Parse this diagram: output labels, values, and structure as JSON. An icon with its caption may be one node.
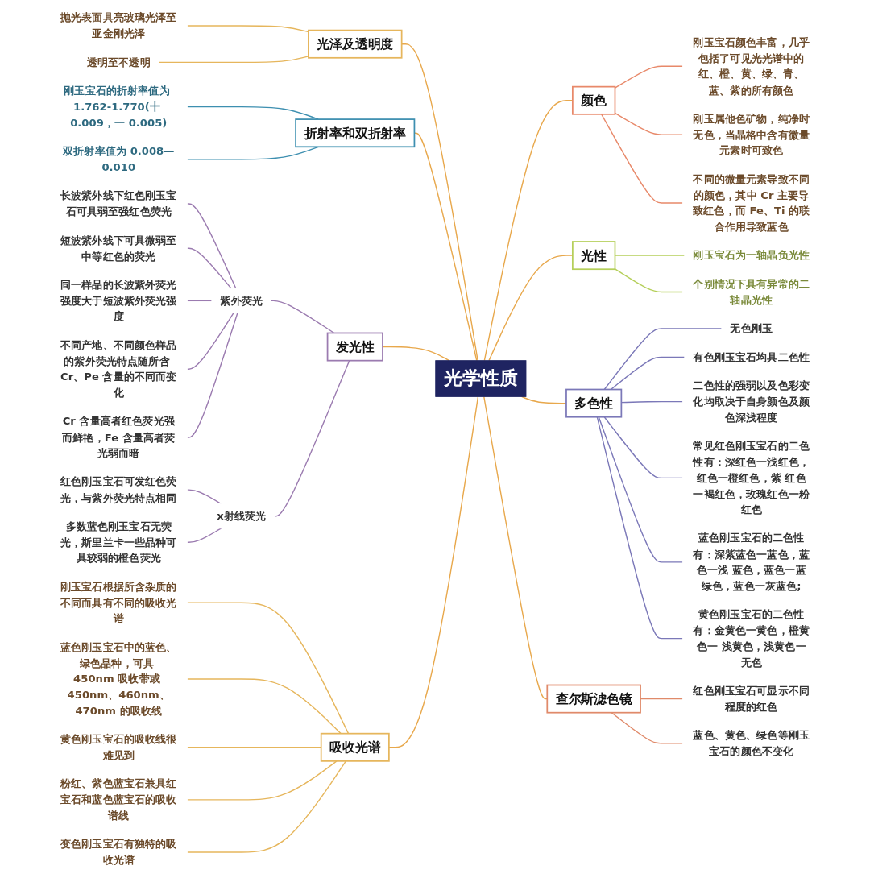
{
  "diagram": {
    "nodes": [
      {
        "text": [
          "光学性质"
        ]
      },
      {
        "text": [
          "颜色"
        ]
      },
      {
        "text": [
          "刚玉宝石颜色丰富，几乎包括了可见光光谱中的红、橙、黄、绿、青、蓝、紫的所有颜色"
        ]
      },
      {
        "text": [
          "刚玉属他色矿物，纯净时无色，当晶格中含有微量元素时可致色"
        ]
      },
      {
        "text": [
          "不同的微量元素导致不同的颜色，其中 Cr 主要导致红色，而 Fe、Ti 的联合作用导致蓝色"
        ]
      },
      {
        "text": [
          "光泽及透明度"
        ]
      },
      {
        "text": [
          "抛光表面具亮玻璃光泽至亚金刚光泽"
        ]
      },
      {
        "text": [
          "透明至不透明"
        ]
      },
      {
        "text": [
          "光性"
        ]
      },
      {
        "text": [
          "刚玉宝石为一轴晶负光性"
        ]
      },
      {
        "text": [
          "个别情况下具有异常的二轴晶光性"
        ]
      },
      {
        "text": [
          "折射率和双折射率"
        ]
      },
      {
        "text": [
          "刚玉宝石的折射率值为 1.762-1.770(十 0.009，一 0.005)"
        ]
      },
      {
        "text": [
          "双折射率值为 0.008—0.010"
        ]
      },
      {
        "text": [
          "多色性"
        ]
      },
      {
        "text": [
          "无色刚玉"
        ]
      },
      {
        "text": [
          "有色刚玉宝石均具二色性"
        ]
      },
      {
        "text": [
          "二色性的强弱以及色彩变化均取决于自身颜色及颜色深浅程度"
        ]
      },
      {
        "text": [
          "常见红色刚玉宝石的二色性有：深红色一浅红色，红色一橙红色，紫 红色一褐红色，玫瑰红色一粉红色"
        ]
      },
      {
        "text": [
          "蓝色刚玉宝石的二色性有：深紫蓝色一蓝色，蓝色一浅 蓝色，蓝色一蓝绿色，蓝色一灰蓝色;"
        ]
      },
      {
        "text": [
          "黄色刚玉宝石的二色性有：金黄色一黄色，橙黄色一 浅黄色，浅黄色一无色"
        ]
      },
      {
        "text": [
          "发光性"
        ]
      },
      {
        "text": [
          "紫外荧光"
        ]
      },
      {
        "text": [
          "长波紫外线下红色刚玉宝石可具弱至强红色荧光"
        ]
      },
      {
        "text": [
          "短波紫外线下可具微弱至中等红色的荧光"
        ]
      },
      {
        "text": [
          "同一样品的长波紫外荧光强度大于短波紫外荧光强度"
        ]
      },
      {
        "text": [
          "不同产地、不同颜色样品的紫外荧光特点随所含 Cr、Pe 含量的不同而变化"
        ]
      },
      {
        "text": [
          "Cr 含量高者红色荧光强而鲜艳，Fe 含量高者荧光弱而暗"
        ]
      },
      {
        "text": [
          "x射线荧光"
        ]
      },
      {
        "text": [
          "红色刚玉宝石可发红色荧光，与紫外荧光特点相同"
        ]
      },
      {
        "text": [
          "多数蓝色刚玉宝石无荧光，斯里兰卡一些品种可具较弱的橙色荧光"
        ]
      },
      {
        "text": [
          "查尔斯滤色镜"
        ]
      },
      {
        "text": [
          "红色刚玉宝石可显示不同程度的红色"
        ]
      },
      {
        "text": [
          "蓝色、黄色、绿色等刚玉宝石的颜色不变化"
        ]
      },
      {
        "text": [
          "吸收光谱"
        ]
      },
      {
        "text": [
          "刚玉宝石根据所含杂质的不同而具有不同的吸收光谱"
        ]
      },
      {
        "text": [
          "蓝色刚玉宝石中的蓝色、绿色品种，可具 450nm 吸收带或 450nm、460nm、470nm 的吸收线"
        ]
      },
      {
        "text": [
          "黄色刚玉宝石的吸收线很难见到"
        ]
      },
      {
        "text": [
          "粉红、紫色蓝宝石兼具红宝石和蓝色蓝宝石的吸收谱线"
        ]
      },
      {
        "text": [
          "变色刚玉宝石有独特的吸收光谱"
        ]
      }
    ],
    "edges": [
      {
        "from": 0,
        "to": 1,
        "arrow": "none",
        "color": "#e8a84c"
      },
      {
        "from": 1,
        "to": 2,
        "arrow": "none",
        "color": "#e8896a"
      },
      {
        "from": 1,
        "to": 3,
        "arrow": "none",
        "color": "#e8896a"
      },
      {
        "from": 1,
        "to": 4,
        "arrow": "none",
        "color": "#e8896a"
      },
      {
        "from": 5,
        "to": 0,
        "arrow": "none",
        "color": "#e8a84c"
      },
      {
        "from": 6,
        "to": 5,
        "arrow": "none",
        "color": "#e6b65c"
      },
      {
        "from": 7,
        "to": 5,
        "arrow": "none",
        "color": "#e6b65c"
      },
      {
        "from": 0,
        "to": 8,
        "arrow": "none",
        "color": "#e8a84c"
      },
      {
        "from": 8,
        "to": 9,
        "arrow": "none",
        "color": "#b5cf5a"
      },
      {
        "from": 8,
        "to": 10,
        "arrow": "none",
        "color": "#b5cf5a"
      },
      {
        "from": 11,
        "to": 0,
        "arrow": "none",
        "color": "#e8a84c"
      },
      {
        "from": 12,
        "to": 11,
        "arrow": "none",
        "color": "#3d8fb0"
      },
      {
        "from": 13,
        "to": 11,
        "arrow": "none",
        "color": "#3d8fb0"
      },
      {
        "from": 0,
        "to": 14,
        "arrow": "none",
        "color": "#e8a84c"
      },
      {
        "from": 14,
        "to": 15,
        "arrow": "none",
        "color": "#7b78b8"
      },
      {
        "from": 14,
        "to": 16,
        "arrow": "none",
        "color": "#7b78b8"
      },
      {
        "from": 14,
        "to": 17,
        "arrow": "none",
        "color": "#7b78b8"
      },
      {
        "from": 14,
        "to": 18,
        "arrow": "none",
        "color": "#7b78b8"
      },
      {
        "from": 14,
        "to": 19,
        "arrow": "none",
        "color": "#7b78b8"
      },
      {
        "from": 14,
        "to": 20,
        "arrow": "none",
        "color": "#7b78b8"
      },
      {
        "from": 21,
        "to": 0,
        "arrow": "none",
        "color": "#e8a84c"
      },
      {
        "from": 22,
        "to": 21,
        "arrow": "none",
        "color": "#9b7bb0"
      },
      {
        "from": 23,
        "to": 22,
        "arrow": "none",
        "color": "#9b7bb0"
      },
      {
        "from": 24,
        "to": 22,
        "arrow": "none",
        "color": "#9b7bb0"
      },
      {
        "from": 25,
        "to": 22,
        "arrow": "none",
        "color": "#9b7bb0"
      },
      {
        "from": 26,
        "to": 22,
        "arrow": "none",
        "color": "#9b7bb0"
      },
      {
        "from": 27,
        "to": 22,
        "arrow": "none",
        "color": "#9b7bb0"
      },
      {
        "from": 28,
        "to": 21,
        "arrow": "none",
        "color": "#9b7bb0"
      },
      {
        "from": 29,
        "to": 28,
        "arrow": "none",
        "color": "#9b7bb0"
      },
      {
        "from": 30,
        "to": 28,
        "arrow": "none",
        "color": "#9b7bb0"
      },
      {
        "from": 0,
        "to": 31,
        "arrow": "none",
        "color": "#e8a84c"
      },
      {
        "from": 31,
        "to": 32,
        "arrow": "none",
        "color": "#e08a6a"
      },
      {
        "from": 31,
        "to": 33,
        "arrow": "none",
        "color": "#e08a6a"
      },
      {
        "from": 34,
        "to": 0,
        "arrow": "none",
        "color": "#e8a84c"
      },
      {
        "from": 35,
        "to": 34,
        "arrow": "none",
        "color": "#e6b65c"
      },
      {
        "from": 36,
        "to": 34,
        "arrow": "none",
        "color": "#e6b65c"
      },
      {
        "from": 37,
        "to": 34,
        "arrow": "none",
        "color": "#e6b65c"
      },
      {
        "from": 38,
        "to": 34,
        "arrow": "none",
        "color": "#e6b65c"
      },
      {
        "from": 39,
        "to": 34,
        "arrow": "none",
        "color": "#e6b65c"
      }
    ]
  }
}
